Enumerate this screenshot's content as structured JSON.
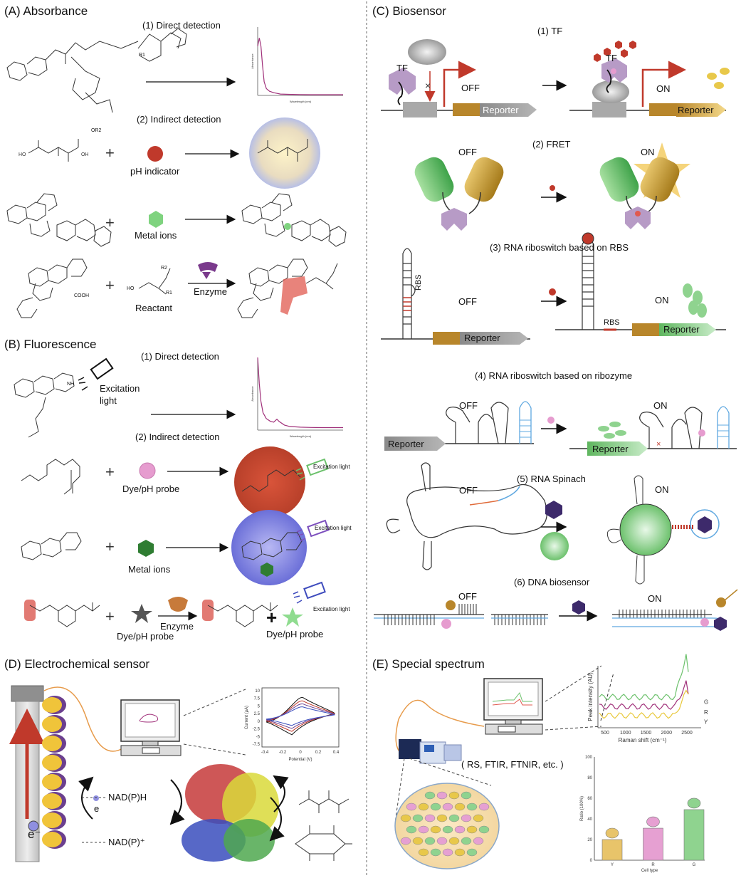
{
  "colors": {
    "arrow": "#111",
    "tf": "#b79bc6",
    "red": "#c0392b",
    "gold": "#b8862b",
    "green": "#6cc16c",
    "gray": "#a9a9a9",
    "pink": "#e69ccf",
    "blue": "#5fa8e0",
    "hex_dark": "#3d2a6b"
  },
  "panelA": {
    "title": "(A) Absorbance",
    "direct": "(1) Direct detection",
    "indirect": "(2) Indirect detection",
    "ph_indicator": "pH indicator",
    "metal_ions": "Metal ions",
    "enzyme": "Enzyme",
    "reactant": "Reactant",
    "r1": "R1",
    "r2": "R2",
    "or2": "OR2",
    "oh": "OH",
    "cooh": "COOH",
    "ho": "HO",
    "spectrum": {
      "type": "line",
      "xlabel": "Wavelength (nm)",
      "ylabel": "Absorbance",
      "ylim": [
        0,
        5
      ],
      "xlim": [
        200,
        1000
      ],
      "x": [
        210,
        225,
        240,
        255,
        270,
        290,
        320,
        360,
        420,
        500,
        600,
        700,
        800,
        900,
        1000
      ],
      "y": [
        3.6,
        4.2,
        3.6,
        2.2,
        1.0,
        0.5,
        0.3,
        0.2,
        0.1,
        0.08,
        0.06,
        0.05,
        0.05,
        0.05,
        0.05
      ]
    }
  },
  "panelB": {
    "title": "(B) Fluorescence",
    "direct": "(1) Direct detection",
    "indirect": "(2) Indirect detection",
    "excitation": "Excitation",
    "light": "light",
    "excitation_light": "Excitation light",
    "dye_probe": "Dye/pH probe",
    "metal_ions": "Metal ions",
    "enzyme": "Enzyme",
    "nh": "NH",
    "spectrum": {
      "type": "line",
      "xlabel": "Wavelength (nm)",
      "ylabel": "Absorbance",
      "x": [
        200,
        215,
        230,
        250,
        280,
        320,
        350,
        380,
        400,
        450,
        500,
        600,
        700,
        800,
        900,
        1000
      ],
      "y": [
        5.0,
        3.2,
        2.0,
        1.2,
        0.8,
        0.6,
        0.55,
        0.75,
        0.6,
        0.35,
        0.25,
        0.2,
        0.18,
        0.17,
        0.17,
        0.17
      ]
    }
  },
  "panelC": {
    "title": "(C) Biosensor",
    "tf_title": "(1) TF",
    "tf": "TF",
    "off": "OFF",
    "on": "ON",
    "reporter": "Reporter",
    "fret": "(2) FRET",
    "rbs_title": "(3) RNA riboswitch based on RBS",
    "rbs": "RBS",
    "ribozyme_title": "(4) RNA riboswitch based on ribozyme",
    "spinach_title": "(5) RNA Spinach",
    "dna_title": "(6) DNA biosensor"
  },
  "panelD": {
    "title": "(D) Electrochemical sensor",
    "nadph": "NAD(P)H",
    "nadp": "NAD(P)⁺",
    "e": "e",
    "electron": "e⁻",
    "cv": {
      "type": "line",
      "xlabel": "Potential (V)",
      "ylabel": "Current (μA)",
      "xticks": [
        "-0.4",
        "-0.2",
        "0",
        "0.2",
        "0.4"
      ],
      "yticks": [
        "10",
        "7.5",
        "5",
        "2.5",
        "0",
        "-2.5",
        "-5",
        "-7.5"
      ]
    }
  },
  "panelE": {
    "title": "(E) Special spectrum",
    "instrument": "( RS, FTIR, FTNIR, etc. )",
    "raman": {
      "type": "line",
      "xlabel": "Raman shift (cm⁻¹)",
      "ylabel": "Peak intensity (AU)",
      "xticks": [
        "500",
        "1000",
        "1500",
        "2000",
        "2500"
      ],
      "series": [
        {
          "name": "G",
          "color": "#6cc16c"
        },
        {
          "name": "R",
          "color": "#a0307a"
        },
        {
          "name": "Y",
          "color": "#e8c83a"
        }
      ]
    },
    "bar": {
      "type": "bar",
      "categories": [
        "Y",
        "R",
        "G"
      ],
      "values": [
        20,
        31,
        49
      ],
      "ylabel": "Ratio (100%)",
      "xlabel": "Cell type",
      "ylim": [
        0,
        100
      ],
      "yticks": [
        "100",
        "80",
        "60",
        "40",
        "20",
        "0"
      ],
      "colors": [
        "#e8c46a",
        "#e6a0d2",
        "#8fd38f"
      ]
    }
  }
}
